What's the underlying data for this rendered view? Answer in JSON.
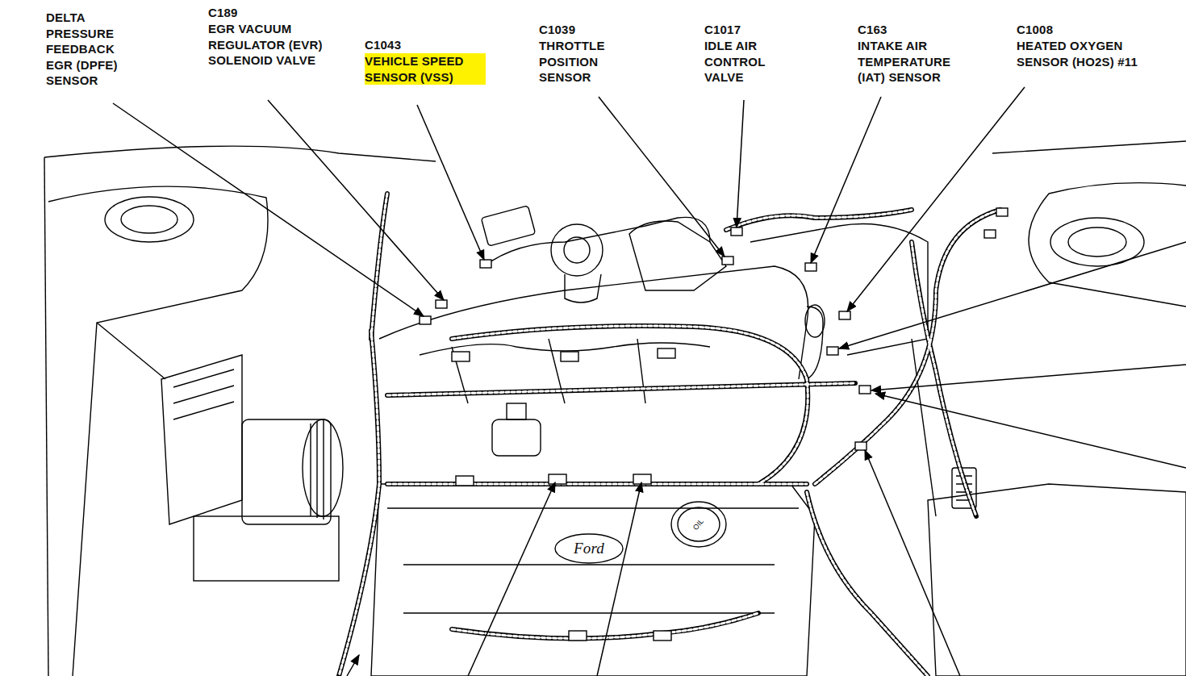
{
  "diagram": {
    "labels": [
      "DELTA PRESSURE FEEDBACK EGR (DPFE) SENSOR",
      "C189",
      "EGR VACUUM REGULATOR (EVR) SOLENOID VALVE",
      "C1043",
      "VEHICLE SPEED SENSOR (VSS)",
      "C1039",
      "THROTTLE POSITION SENSOR",
      "C1017",
      "IDLE AIR CONTROL VALVE",
      "C163",
      "INTAKE AIR TEMPERATURE (IAT) SENSOR",
      "C1008",
      "HEATED OXYGEN SENSOR (HO2S) #11",
      "Ford",
      "OIL"
    ]
  }
}
